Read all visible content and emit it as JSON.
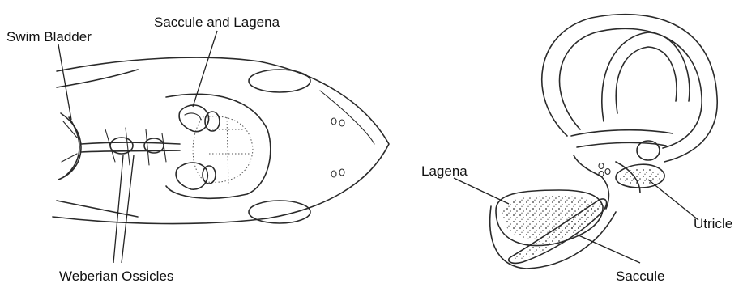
{
  "labels": {
    "swim_bladder": "Swim Bladder",
    "saccule_and_lagena": "Saccule and Lagena",
    "weberian_ossicles": "Weberian Ossicles",
    "lagena": "Lagena",
    "utricle": "Utricle",
    "saccule": "Saccule"
  }
}
